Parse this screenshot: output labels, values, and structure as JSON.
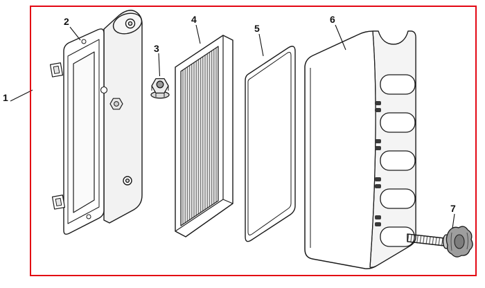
{
  "figure": {
    "type": "exploded-parts-diagram",
    "frame_color": "#e30613",
    "line_color": "#1a1a1a",
    "callouts": [
      {
        "label": "1",
        "part": "assembly-outline"
      },
      {
        "label": "2",
        "part": "air-cleaner-backplate"
      },
      {
        "label": "3",
        "part": "hex-nut"
      },
      {
        "label": "4",
        "part": "pleated-filter-element"
      },
      {
        "label": "5",
        "part": "foam-pre-cleaner"
      },
      {
        "label": "6",
        "part": "air-cleaner-cover"
      },
      {
        "label": "7",
        "part": "knob-screw"
      }
    ]
  }
}
